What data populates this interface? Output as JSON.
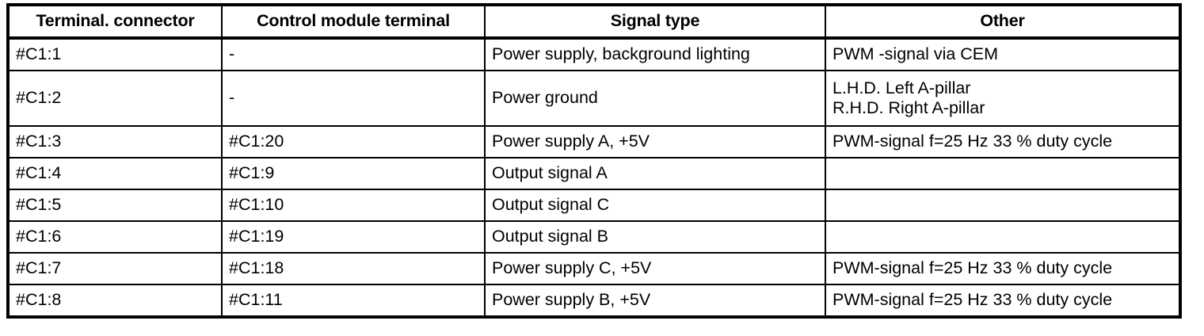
{
  "table": {
    "columns": [
      {
        "key": "terminal_connector",
        "label": "Terminal. connector"
      },
      {
        "key": "control_module_terminal",
        "label": "Control module terminal"
      },
      {
        "key": "signal_type",
        "label": "Signal type"
      },
      {
        "key": "other",
        "label": "Other"
      }
    ],
    "rows": [
      {
        "terminal_connector": "#C1:1",
        "control_module_terminal": "-",
        "signal_type": "Power supply, background lighting",
        "other": "PWM -signal via CEM",
        "other_lines": [
          "PWM -signal via CEM"
        ]
      },
      {
        "terminal_connector": "#C1:2",
        "control_module_terminal": "-",
        "signal_type": "Power ground",
        "other": "L.H.D. Left A-pillar R.H.D. Right A-pillar",
        "other_lines": [
          "L.H.D. Left A-pillar",
          "R.H.D. Right A-pillar"
        ]
      },
      {
        "terminal_connector": "#C1:3",
        "control_module_terminal": "#C1:20",
        "signal_type": "Power supply A, +5V",
        "other": "PWM-signal f=25 Hz 33 % duty cycle",
        "other_lines": [
          "PWM-signal f=25 Hz 33 % duty cycle"
        ]
      },
      {
        "terminal_connector": "#C1:4",
        "control_module_terminal": "#C1:9",
        "signal_type": "Output signal A",
        "other": "",
        "other_lines": []
      },
      {
        "terminal_connector": "#C1:5",
        "control_module_terminal": "#C1:10",
        "signal_type": "Output signal C",
        "other": "",
        "other_lines": []
      },
      {
        "terminal_connector": "#C1:6",
        "control_module_terminal": "#C1:19",
        "signal_type": "Output signal B",
        "other": "",
        "other_lines": []
      },
      {
        "terminal_connector": "#C1:7",
        "control_module_terminal": "#C1:18",
        "signal_type": "Power supply C, +5V",
        "other": "PWM-signal f=25 Hz 33 % duty cycle",
        "other_lines": [
          "PWM-signal f=25 Hz 33 % duty cycle"
        ]
      },
      {
        "terminal_connector": "#C1:8",
        "control_module_terminal": "#C1:11",
        "signal_type": "Power supply B, +5V",
        "other": "PWM-signal f=25 Hz 33 % duty cycle",
        "other_lines": [
          "PWM-signal f=25 Hz 33 % duty cycle"
        ]
      }
    ]
  },
  "style": {
    "border_color": "#000000",
    "text_color": "#000000",
    "background": "#ffffff"
  }
}
